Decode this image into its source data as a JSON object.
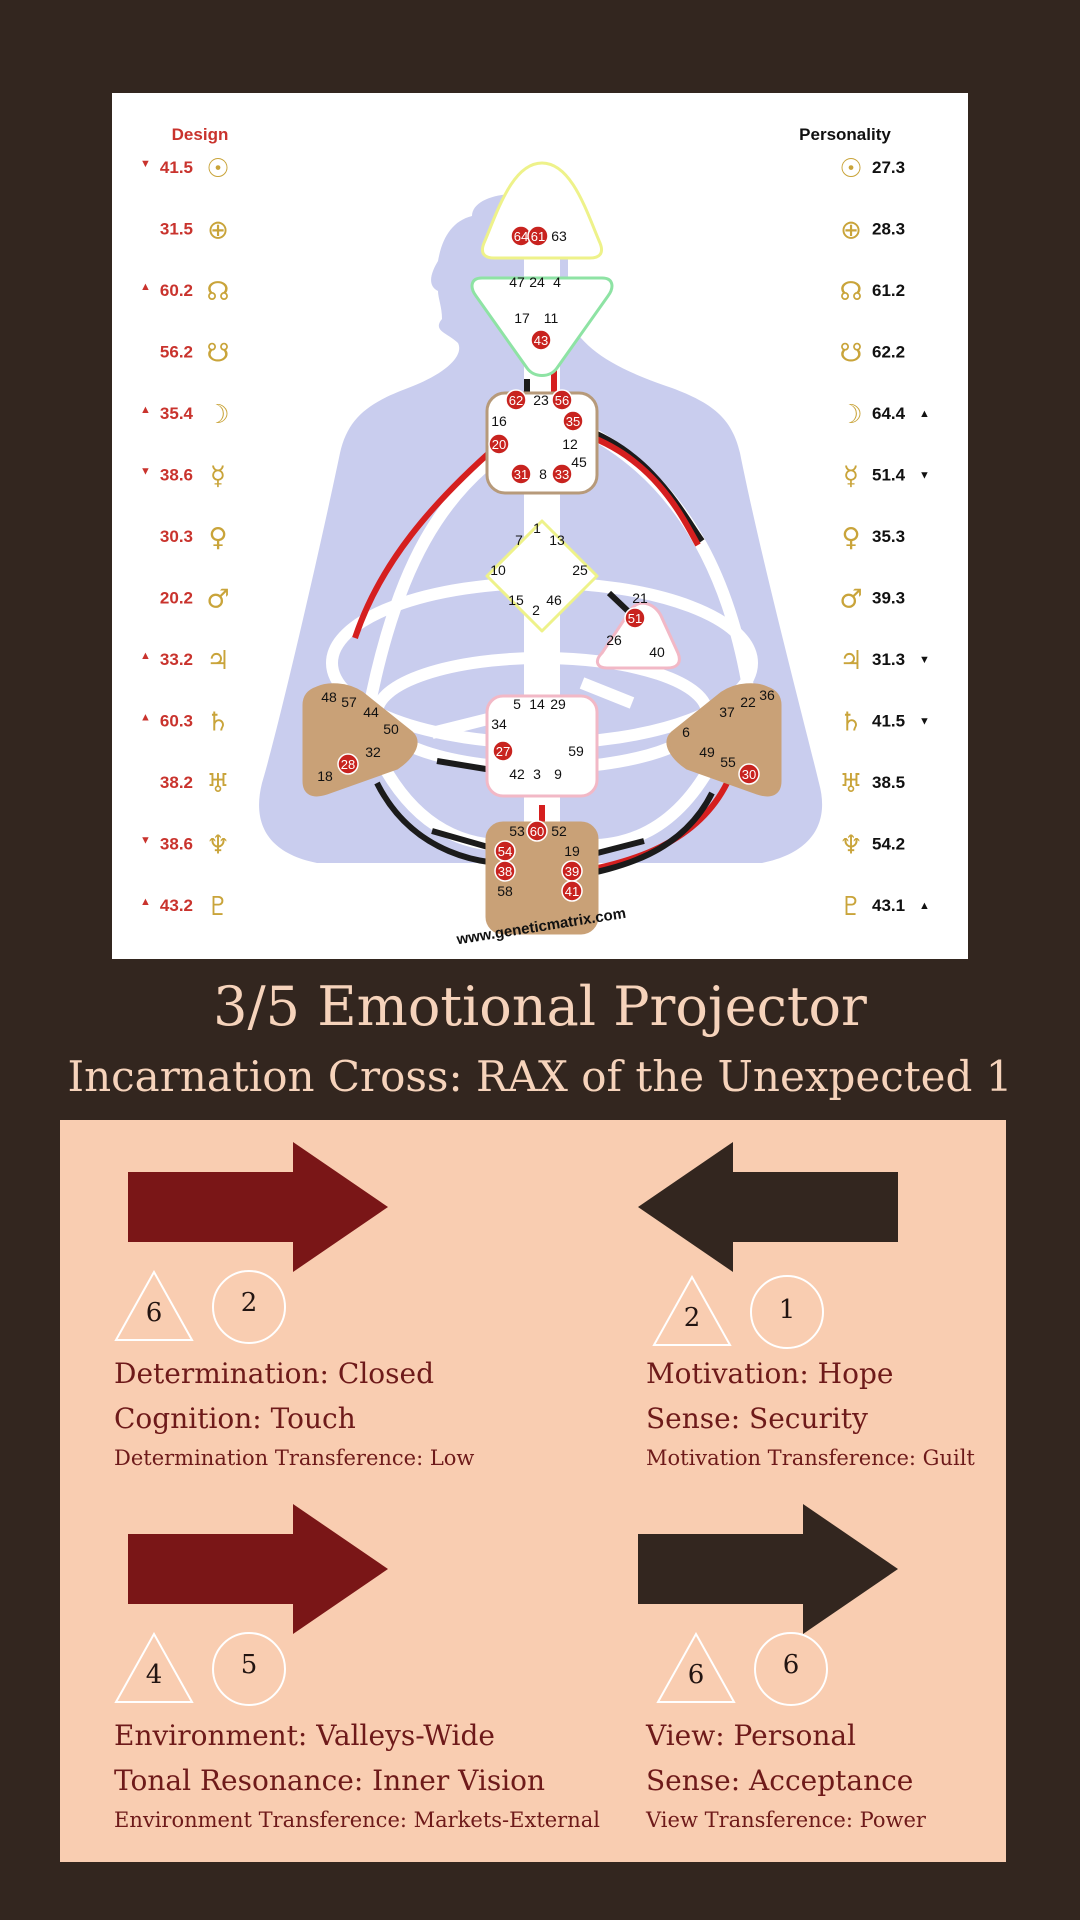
{
  "chart": {
    "design_label": "Design",
    "personality_label": "Personality",
    "watermark": "www.geneticmatrix.com",
    "design": [
      {
        "planet": "sun-icon",
        "glyph": "☉",
        "value": "41.5",
        "arrow": "▼"
      },
      {
        "planet": "earth-icon",
        "glyph": "⊕",
        "value": "31.5",
        "arrow": ""
      },
      {
        "planet": "north-node-icon",
        "glyph": "☊",
        "value": "60.2",
        "arrow": "▲"
      },
      {
        "planet": "south-node-icon",
        "glyph": "☋",
        "value": "56.2",
        "arrow": ""
      },
      {
        "planet": "moon-icon",
        "glyph": "☽",
        "value": "35.4",
        "arrow": "▲"
      },
      {
        "planet": "mercury-icon",
        "glyph": "☿",
        "value": "38.6",
        "arrow": "▼"
      },
      {
        "planet": "venus-icon",
        "glyph": "♀",
        "value": "30.3",
        "arrow": ""
      },
      {
        "planet": "mars-icon",
        "glyph": "♂",
        "value": "20.2",
        "arrow": ""
      },
      {
        "planet": "jupiter-icon",
        "glyph": "♃",
        "value": "33.2",
        "arrow": "▲"
      },
      {
        "planet": "saturn-icon",
        "glyph": "♄",
        "value": "60.3",
        "arrow": "▲"
      },
      {
        "planet": "uranus-icon",
        "glyph": "♅",
        "value": "38.2",
        "arrow": ""
      },
      {
        "planet": "neptune-icon",
        "glyph": "♆",
        "value": "38.6",
        "arrow": "▼"
      },
      {
        "planet": "pluto-icon",
        "glyph": "♇",
        "value": "43.2",
        "arrow": "▲"
      }
    ],
    "personality": [
      {
        "planet": "sun-icon",
        "glyph": "☉",
        "value": "27.3",
        "arrow": ""
      },
      {
        "planet": "earth-icon",
        "glyph": "⊕",
        "value": "28.3",
        "arrow": ""
      },
      {
        "planet": "north-node-icon",
        "glyph": "☊",
        "value": "61.2",
        "arrow": ""
      },
      {
        "planet": "south-node-icon",
        "glyph": "☋",
        "value": "62.2",
        "arrow": ""
      },
      {
        "planet": "moon-icon",
        "glyph": "☽",
        "value": "64.4",
        "arrow": "▲"
      },
      {
        "planet": "mercury-icon",
        "glyph": "☿",
        "value": "51.4",
        "arrow": "▼"
      },
      {
        "planet": "venus-icon",
        "glyph": "♀",
        "value": "35.3",
        "arrow": ""
      },
      {
        "planet": "mars-icon",
        "glyph": "♂",
        "value": "39.3",
        "arrow": ""
      },
      {
        "planet": "jupiter-icon",
        "glyph": "♃",
        "value": "31.3",
        "arrow": "▼"
      },
      {
        "planet": "saturn-icon",
        "glyph": "♄",
        "value": "41.5",
        "arrow": "▼"
      },
      {
        "planet": "uranus-icon",
        "glyph": "♅",
        "value": "38.5",
        "arrow": ""
      },
      {
        "planet": "neptune-icon",
        "glyph": "♆",
        "value": "54.2",
        "arrow": ""
      },
      {
        "planet": "pluto-icon",
        "glyph": "♇",
        "value": "43.1",
        "arrow": "▲"
      }
    ],
    "centers": {
      "head": {
        "gates": [
          "64",
          "61",
          "63"
        ],
        "active": [
          "64",
          "61"
        ]
      },
      "ajna": {
        "gates": [
          "47",
          "24",
          "4",
          "17",
          "11",
          "43"
        ],
        "active": [
          "43"
        ]
      },
      "throat": {
        "gates": [
          "62",
          "23",
          "56",
          "16",
          "35",
          "20",
          "12",
          "45",
          "31",
          "8",
          "33"
        ],
        "active": [
          "62",
          "56",
          "35",
          "20",
          "31",
          "33"
        ]
      },
      "g": {
        "gates": [
          "1",
          "7",
          "13",
          "10",
          "25",
          "15",
          "2",
          "46"
        ],
        "active": []
      },
      "heart": {
        "gates": [
          "21",
          "51",
          "26",
          "40"
        ],
        "active": [
          "51"
        ]
      },
      "sacral": {
        "gates": [
          "5",
          "14",
          "29",
          "34",
          "27",
          "59",
          "42",
          "3",
          "9"
        ],
        "active": [
          "27"
        ]
      },
      "spleen": {
        "gates": [
          "48",
          "57",
          "44",
          "50",
          "32",
          "18",
          "28"
        ],
        "active": [
          "28"
        ]
      },
      "solar_plexus": {
        "gates": [
          "22",
          "36",
          "37",
          "6",
          "49",
          "55",
          "30"
        ],
        "active": [
          "30"
        ]
      },
      "root": {
        "gates": [
          "53",
          "60",
          "52",
          "54",
          "19",
          "38",
          "39",
          "58",
          "41"
        ],
        "active": [
          "60",
          "54",
          "38",
          "39",
          "41"
        ]
      }
    }
  },
  "type_title": "3/5 Emotional Projector",
  "cross_title": "Incarnation Cross: RAX of the Unexpected 1",
  "colors": {
    "dark_red": "#7a1617",
    "dark_brown": "#33261f",
    "panel": "#f9cdb1"
  },
  "variables": [
    {
      "arrow": "right",
      "color": "#7a1617",
      "triangle": "6",
      "circle": "2",
      "line1": "Determination: Closed",
      "line2": "Cognition: Touch",
      "line3": "Determination Transference: Low"
    },
    {
      "arrow": "left",
      "color": "#33261f",
      "triangle": "2",
      "circle": "1",
      "line1": "Motivation: Hope",
      "line2": "Sense: Security",
      "line3": "Motivation Transference: Guilt"
    },
    {
      "arrow": "right",
      "color": "#7a1617",
      "triangle": "4",
      "circle": "5",
      "line1": "Environment: Valleys-Wide",
      "line2": "Tonal Resonance: Inner Vision",
      "line3": "Environment Transference: Markets-External"
    },
    {
      "arrow": "right",
      "color": "#33261f",
      "triangle": "6",
      "circle": "6",
      "line1": "View: Personal",
      "line2": "Sense: Acceptance",
      "line3": "View Transference: Power"
    }
  ]
}
